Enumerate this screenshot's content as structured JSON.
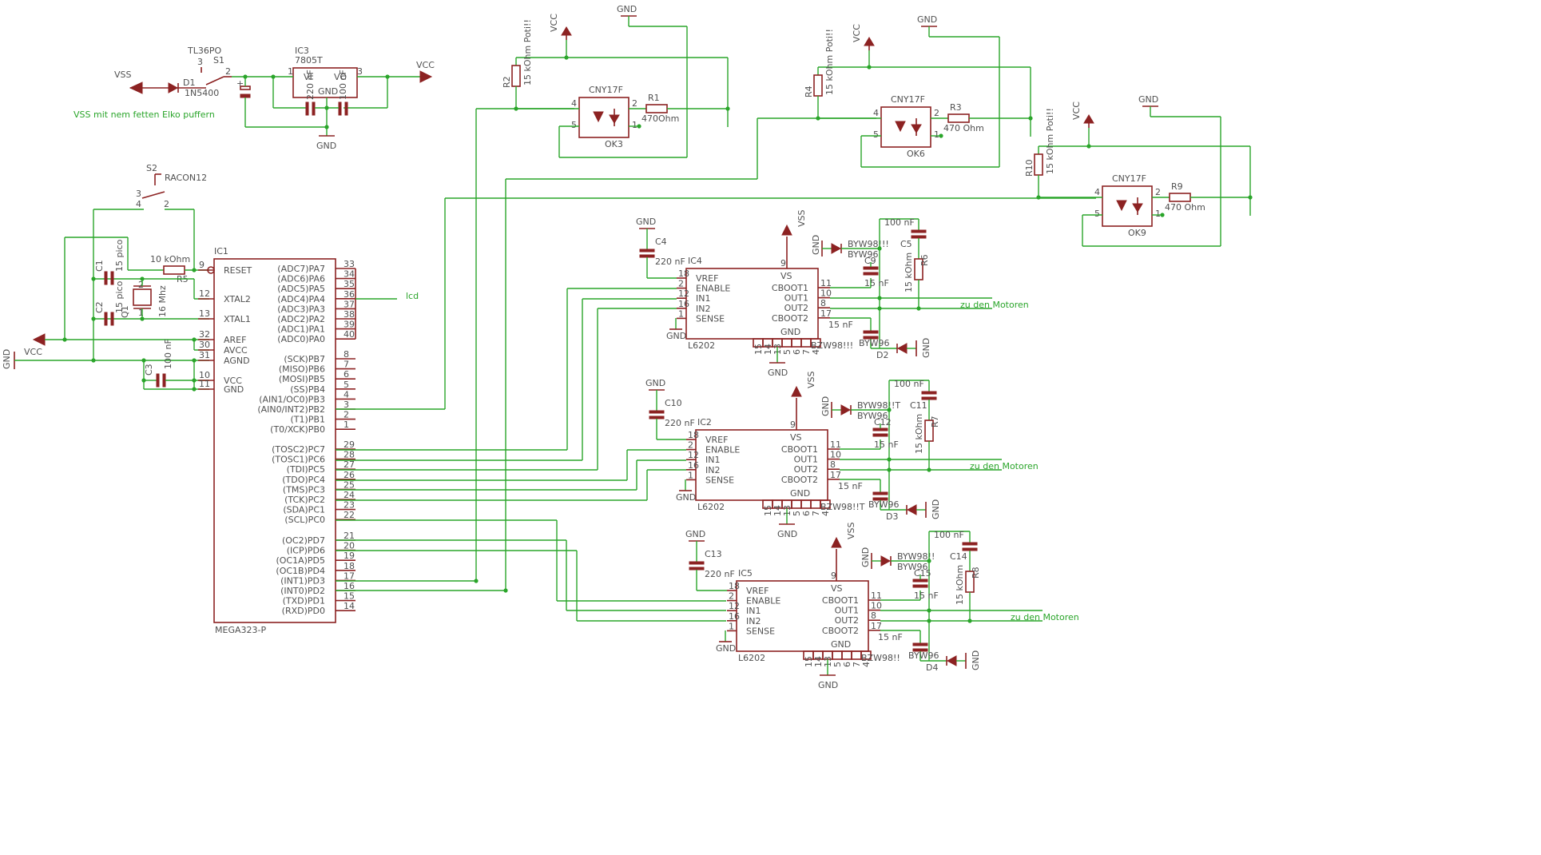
{
  "schematic": {
    "note": "VSS mit nem fetten Elko puffern",
    "net_labels": {
      "vss": "VSS",
      "vcc": "VCC",
      "gnd": "GND",
      "lcd": "lcd",
      "motors": "zu den Motoren"
    },
    "power": {
      "d1_name": "D1",
      "d1_value": "1N5400",
      "s1_name": "S1",
      "s1_value": "TL36PO",
      "ic3_name": "IC3",
      "ic3_value": "7805T",
      "ic3_pins": [
        "VI",
        "VO",
        "GND"
      ],
      "ic3_cap": "220 nF",
      "ic3_cap2": "100 nF"
    },
    "reset": {
      "s2_name": "S2",
      "s2_value": "RACON12",
      "r5_name": "R5",
      "r5_value": "10 kOhm",
      "c1_name": "C1",
      "c1_value": "15 pico",
      "c2_name": "C2",
      "c2_value": "15 pico",
      "q1_name": "Q1",
      "q1_value": "16 Mhz",
      "c3_name": "C3",
      "c3_value": "100 nF"
    },
    "mcu": {
      "name": "IC1",
      "value": "MEGA323-P",
      "left_pins": [
        {
          "label": "RESET",
          "num": "9"
        },
        {
          "label": "XTAL2",
          "num": "12"
        },
        {
          "label": "XTAL1",
          "num": "13"
        },
        {
          "label": "AREF",
          "num": "32"
        },
        {
          "label": "AVCC",
          "num": "30"
        },
        {
          "label": "AGND",
          "num": "31"
        },
        {
          "label": "VCC",
          "num": "10"
        },
        {
          "label": "GND",
          "num": "11"
        }
      ],
      "right_pins": [
        {
          "label": "(ADC7)PA7",
          "num": "33"
        },
        {
          "label": "(ADC6)PA6",
          "num": "34"
        },
        {
          "label": "(ADC5)PA5",
          "num": "35"
        },
        {
          "label": "(ADC4)PA4",
          "num": "36"
        },
        {
          "label": "(ADC3)PA3",
          "num": "37"
        },
        {
          "label": "(ADC2)PA2",
          "num": "38"
        },
        {
          "label": "(ADC1)PA1",
          "num": "39"
        },
        {
          "label": "(ADC0)PA0",
          "num": "40"
        },
        {
          "label": "(SCK)PB7",
          "num": "8"
        },
        {
          "label": "(MISO)PB6",
          "num": "7"
        },
        {
          "label": "(MOSI)PB5",
          "num": "6"
        },
        {
          "label": "(SS)PB4",
          "num": "5"
        },
        {
          "label": "(AIN1/OC0)PB3",
          "num": "4"
        },
        {
          "label": "(AIN0/INT2)PB2",
          "num": "3"
        },
        {
          "label": "(T1)PB1",
          "num": "2"
        },
        {
          "label": "(T0/XCK)PB0",
          "num": "1"
        },
        {
          "label": "(TOSC2)PC7",
          "num": "29"
        },
        {
          "label": "(TOSC1)PC6",
          "num": "28"
        },
        {
          "label": "(TDI)PC5",
          "num": "27"
        },
        {
          "label": "(TDO)PC4",
          "num": "26"
        },
        {
          "label": "(TMS)PC3",
          "num": "25"
        },
        {
          "label": "(TCK)PC2",
          "num": "24"
        },
        {
          "label": "(SDA)PC1",
          "num": "23"
        },
        {
          "label": "(SCL)PC0",
          "num": "22"
        },
        {
          "label": "(OC2)PD7",
          "num": "21"
        },
        {
          "label": "(ICP)PD6",
          "num": "20"
        },
        {
          "label": "(OC1A)PD5",
          "num": "19"
        },
        {
          "label": "(OC1B)PD4",
          "num": "18"
        },
        {
          "label": "(INT1)PD3",
          "num": "17"
        },
        {
          "label": "(INT0)PD2",
          "num": "16"
        },
        {
          "label": "(TXD)PD1",
          "num": "15"
        },
        {
          "label": "(RXD)PD0",
          "num": "14"
        }
      ]
    },
    "optos": [
      {
        "ok": "OK3",
        "type": "CNY17F",
        "r_pull": "R2",
        "r_pull_val": "15 kOhm Poti!!",
        "r_out": "R1",
        "r_out_val": "470Ohm"
      },
      {
        "ok": "OK6",
        "type": "CNY17F",
        "r_pull": "R4",
        "r_pull_val": "15 kOhm Poti!!",
        "r_out": "R3",
        "r_out_val": "470 Ohm"
      },
      {
        "ok": "OK9",
        "type": "CNY17F",
        "r_pull": "R10",
        "r_pull_val": "15 kOhm Poti!!",
        "r_out": "R9",
        "r_out_val": "470 Ohm"
      }
    ],
    "drivers": [
      {
        "ic": "IC4",
        "type": "L6202",
        "c_vref": "C4",
        "c_vref_val": "220 nF",
        "c_boot1": "C9",
        "c_boot1_val": "15 nF",
        "c_boot2_val": "15 nF",
        "c_snub": "C5",
        "c_snub_val": "100 nF",
        "r_snub": "R6",
        "r_snub_val": "15 kOhm",
        "diode_top": "BYW98!!!",
        "diode_top2": "BYW96",
        "diode_bot": "D2",
        "diode_bot_val": "BYW96",
        "zener": "BZW98!!!"
      },
      {
        "ic": "IC2",
        "type": "L6202",
        "c_vref": "C10",
        "c_vref_val": "220 nF",
        "c_boot1": "C12",
        "c_boot1_val": "15 nF",
        "c_boot2_val": "15 nF",
        "c_snub": "C11",
        "c_snub_val": "100 nF",
        "r_snub": "R7",
        "r_snub_val": "15 kOhm",
        "diode_top": "BYW98!!T",
        "diode_top2": "BYW96",
        "diode_bot": "D3",
        "diode_bot_val": "BYW96",
        "zener": "BZW98!!T"
      },
      {
        "ic": "IC5",
        "type": "L6202",
        "c_vref": "C13",
        "c_vref_val": "220 nF",
        "c_boot1": "C15",
        "c_boot1_val": "15 nF",
        "c_boot2_val": "15 nF",
        "c_snub": "C14",
        "c_snub_val": "100 nF",
        "r_snub": "R8",
        "r_snub_val": "15 kOhm",
        "diode_top": "BYW98!!",
        "diode_top2": "BYW96",
        "diode_bot": "D4",
        "diode_bot_val": "BYW96",
        "zener": "BZW98!!"
      }
    ],
    "driver_pins": [
      {
        "label": "VREF",
        "num": "18"
      },
      {
        "label": "ENABLE",
        "num": "2"
      },
      {
        "label": "IN1",
        "num": "12"
      },
      {
        "label": "IN2",
        "num": "16"
      },
      {
        "label": "SENSE",
        "num": "1"
      },
      {
        "label": "VS",
        "num": "9"
      },
      {
        "label": "CBOOT1",
        "num": "11"
      },
      {
        "label": "OUT1",
        "num": "10"
      },
      {
        "label": "OUT2",
        "num": "8"
      },
      {
        "label": "CBOOT2",
        "num": "17"
      },
      {
        "label": "GND",
        "num": ""
      }
    ],
    "driver_bottom_pins": [
      "15",
      "14",
      "13",
      "5",
      "6",
      "7",
      "4"
    ],
    "colors": {
      "part": "#8c2222",
      "wire": "#2aa52a",
      "text": "#505050"
    }
  }
}
